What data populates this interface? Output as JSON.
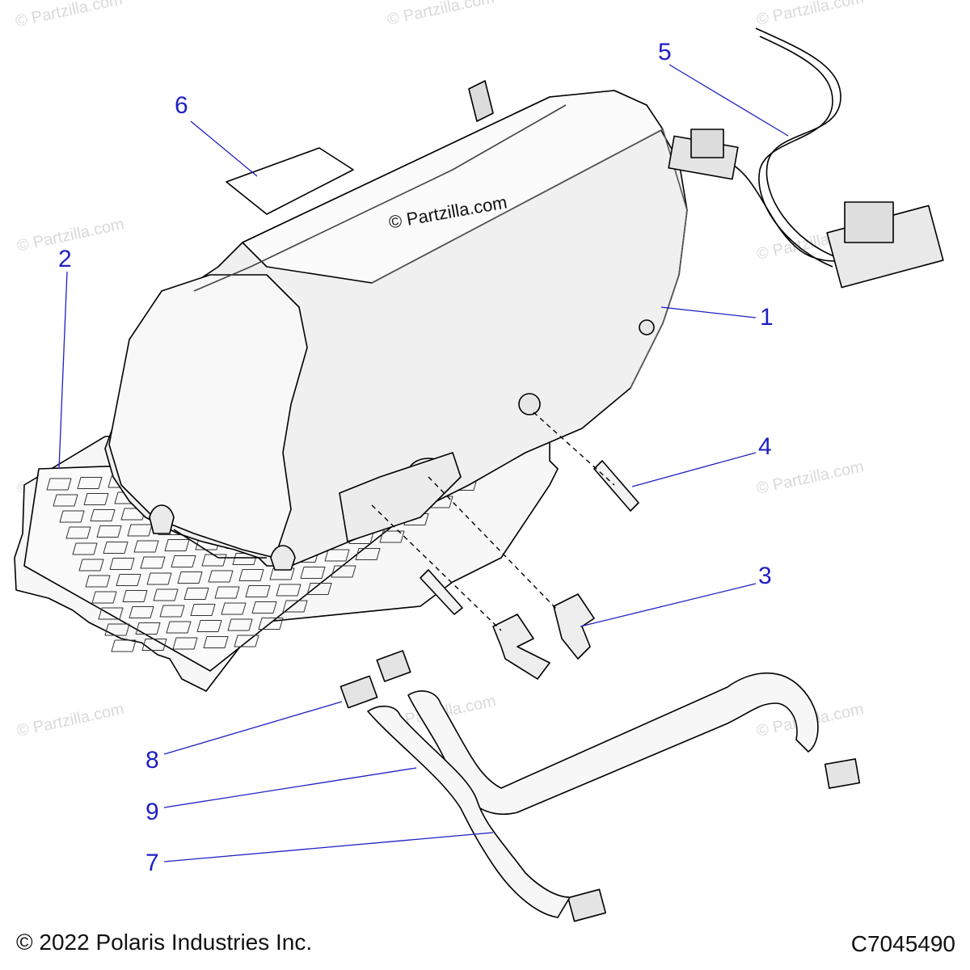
{
  "watermark": "© Partzilla.com",
  "center_watermark": "© Partzilla.com",
  "callouts": {
    "c1": "1",
    "c2": "2",
    "c3": "3",
    "c4": "4",
    "c5": "5",
    "c6": "6",
    "c7": "7",
    "c8": "8",
    "c9": "9"
  },
  "footer": {
    "copyright": "© 2022 Polaris Industries Inc.",
    "diagram_code": "C7045490"
  },
  "colors": {
    "callout": "#1f1fc4",
    "line": "#000000",
    "fill": "#f2f2f2"
  }
}
